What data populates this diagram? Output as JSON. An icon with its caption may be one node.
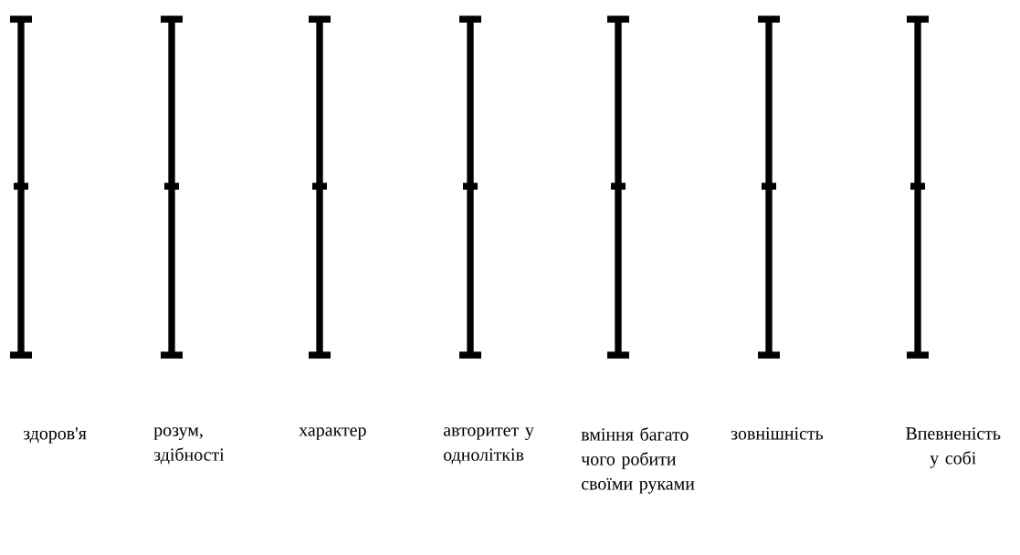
{
  "diagram": {
    "labels": [
      "здоров'я",
      "розум, здібності",
      "характер",
      "авторитет у однолітків",
      "вміння багато чого робити своїми руками",
      "зовнішність",
      "Впевненість у собі"
    ]
  }
}
